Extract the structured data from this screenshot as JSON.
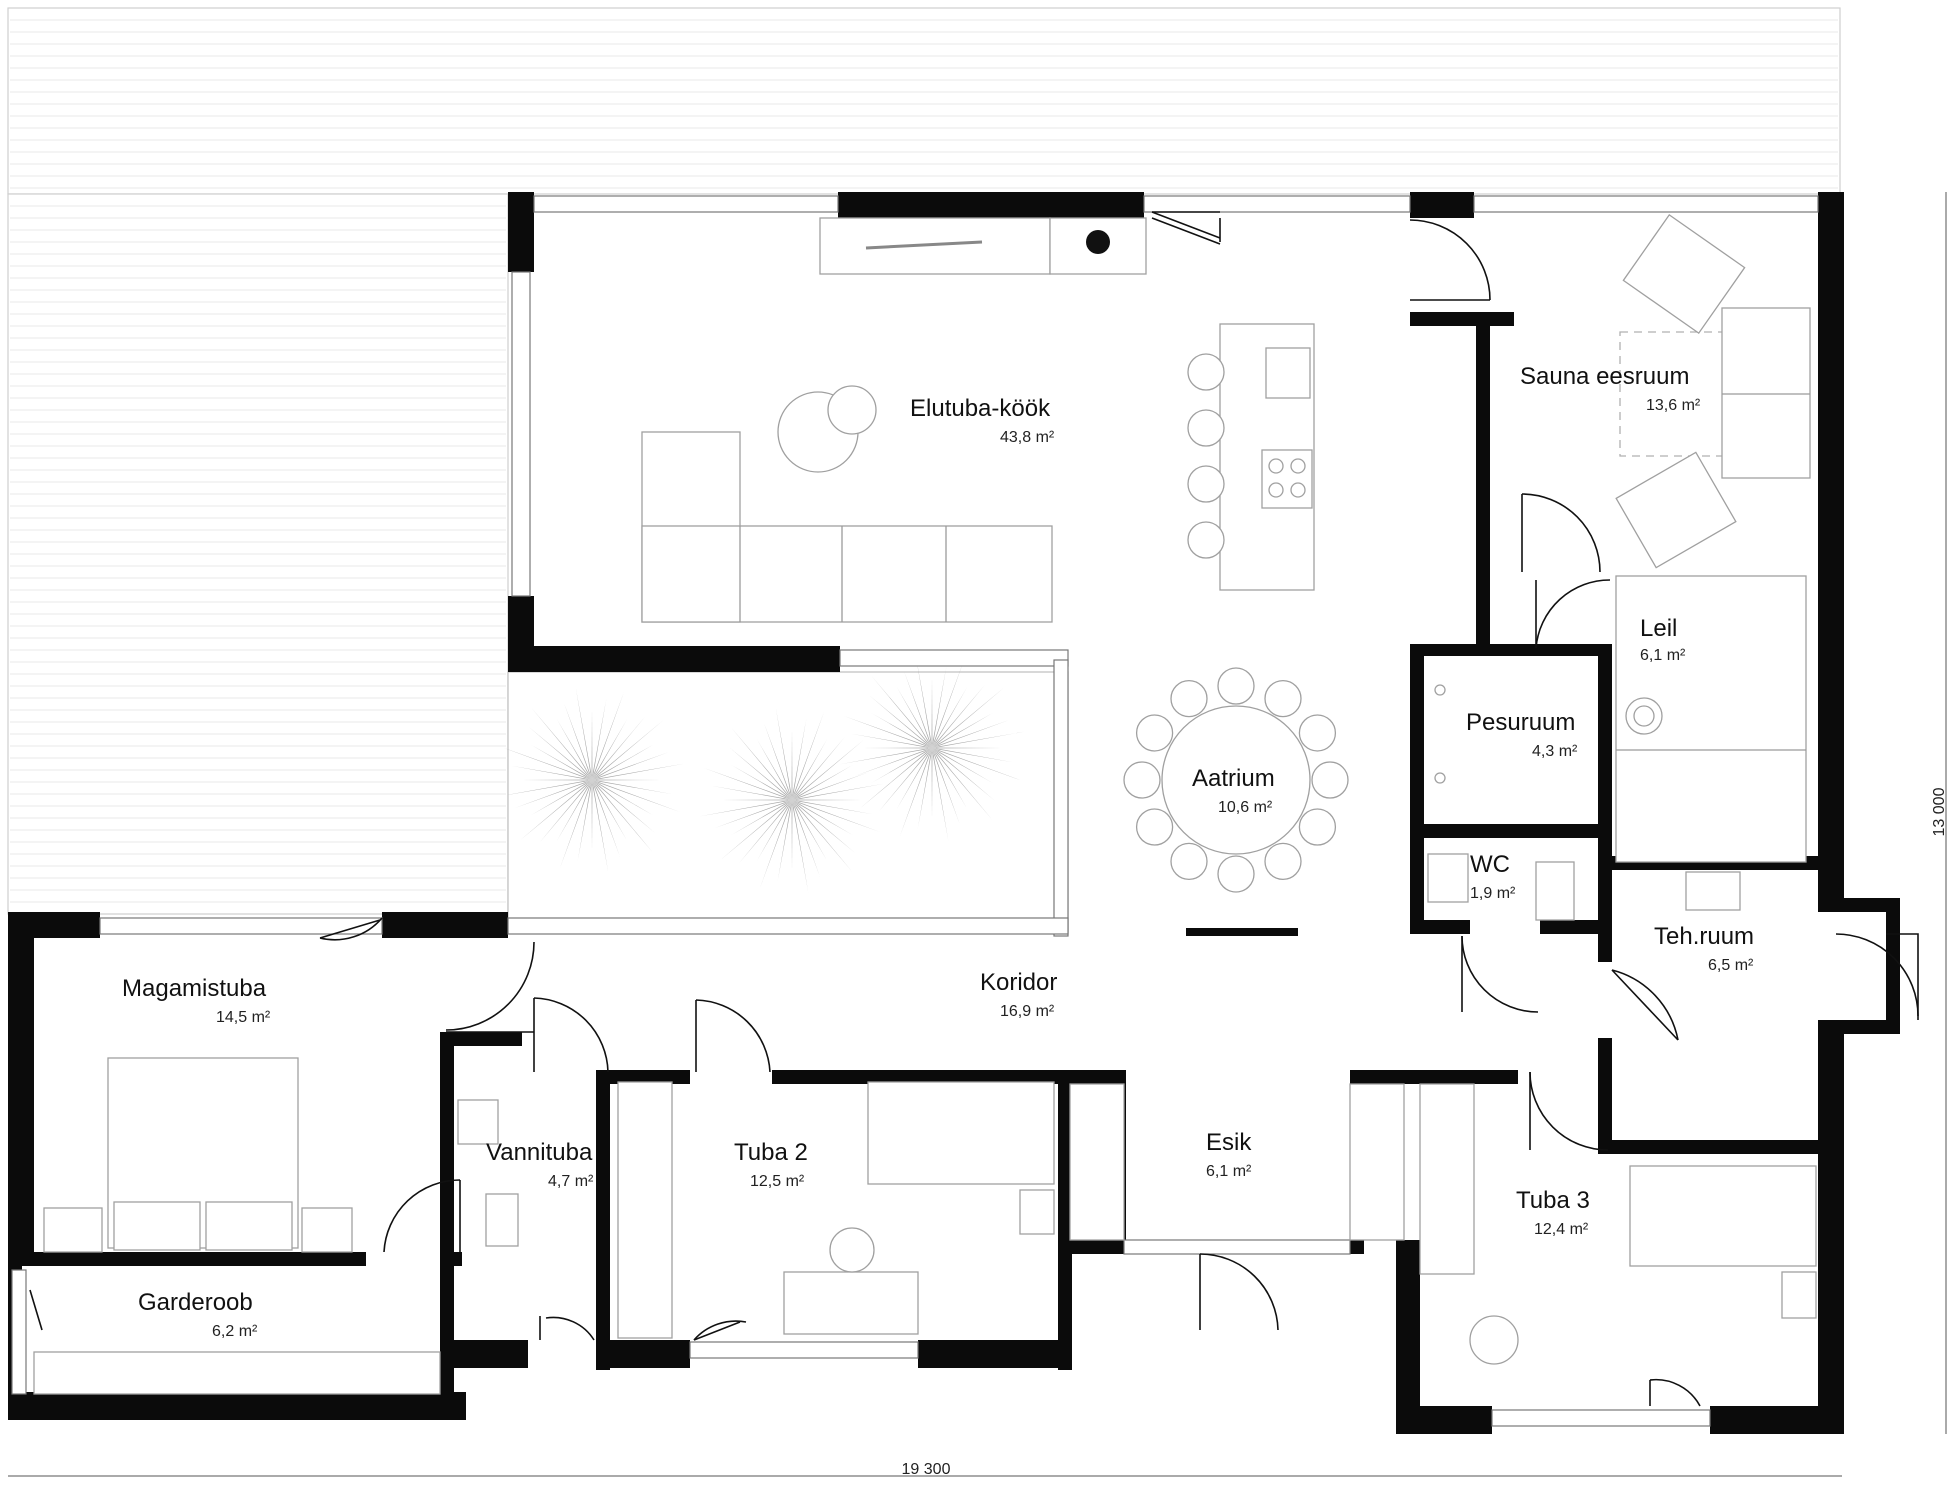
{
  "rooms": [
    {
      "id": "elutuba-kook",
      "name": "Elutuba-köök",
      "area": "43,8 m²"
    },
    {
      "id": "sauna-eesruum",
      "name": "Sauna eesruum",
      "area": "13,6 m²"
    },
    {
      "id": "leil",
      "name": "Leil",
      "area": "6,1 m²"
    },
    {
      "id": "pesuruum",
      "name": "Pesuruum",
      "area": "4,3 m²"
    },
    {
      "id": "aatrium",
      "name": "Aatrium",
      "area": "10,6 m²"
    },
    {
      "id": "wc",
      "name": "WC",
      "area": "1,9 m²"
    },
    {
      "id": "teh-ruum",
      "name": "Teh.ruum",
      "area": "6,5 m²"
    },
    {
      "id": "magamistuba",
      "name": "Magamistuba",
      "area": "14,5 m²"
    },
    {
      "id": "koridor",
      "name": "Koridor",
      "area": "16,9 m²"
    },
    {
      "id": "vannituba",
      "name": "Vannituba",
      "area": "4,7 m²"
    },
    {
      "id": "tuba-2",
      "name": "Tuba 2",
      "area": "12,5 m²"
    },
    {
      "id": "esik",
      "name": "Esik",
      "area": "6,1 m²"
    },
    {
      "id": "tuba-3",
      "name": "Tuba 3",
      "area": "12,4 m²"
    },
    {
      "id": "garderoob",
      "name": "Garderoob",
      "area": "6,2 m²"
    }
  ],
  "dimensions": {
    "width": "19 300",
    "height": "13 000"
  },
  "colors": {
    "wall": "#0b0b0b",
    "furniture_stroke": "#a0a0a0",
    "deck": "#e9e9e9"
  }
}
